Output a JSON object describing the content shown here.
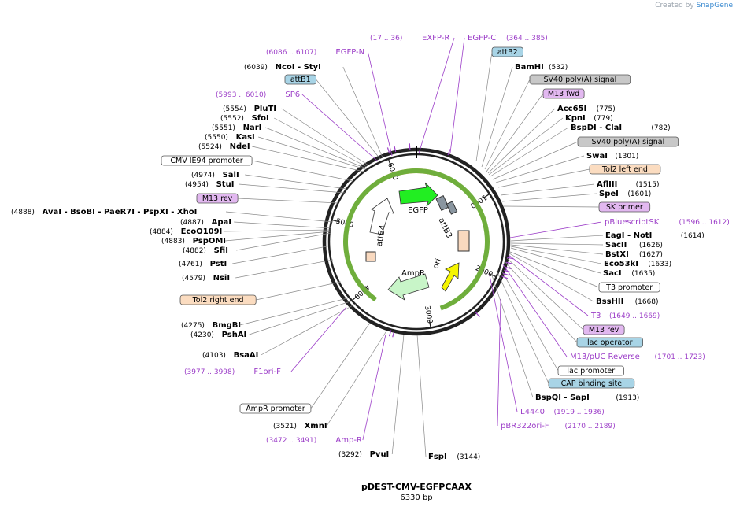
{
  "watermark": {
    "prefix": "Created by",
    "brand": "SnapGene"
  },
  "plasmid": {
    "name": "pDEST-CMV-EGFPCAAX",
    "size_label": "6330 bp"
  },
  "ruler": {
    "ticks": [
      "1000",
      "2000",
      "3000",
      "4000",
      "5000",
      "6000"
    ]
  },
  "inner_features": [
    "EGFP",
    "attB3",
    "ori",
    "AmpR",
    "attB4"
  ],
  "labels": [
    {
      "id": "exfp-r",
      "text": "EXFP-R",
      "range": "(17 .. 36)",
      "style": "primer",
      "side": "right"
    },
    {
      "id": "egfp-c",
      "text": "EGFP-C",
      "range": "(364 .. 385)",
      "style": "primer",
      "side": "left"
    },
    {
      "id": "egfp-n",
      "text": "EGFP-N",
      "range": "(6086 .. 6107)",
      "style": "primer",
      "side": "right"
    },
    {
      "id": "attb2",
      "text": "attB2",
      "style": "box",
      "fill": "#a8d4e6"
    },
    {
      "id": "ncoi",
      "text": "NcoI",
      "extra": "StyI",
      "pos": "(6039)",
      "style": "site",
      "side": "right"
    },
    {
      "id": "bamhi",
      "text": "BamHI",
      "pos": "(532)",
      "style": "site",
      "side": "left"
    },
    {
      "id": "attb1",
      "text": "attB1",
      "style": "box",
      "fill": "#a8d4e6"
    },
    {
      "id": "sv40-1",
      "text": "SV40 poly(A) signal",
      "style": "box",
      "fill": "#c8c8c8"
    },
    {
      "id": "sp6",
      "text": "SP6",
      "range": "(5993 .. 6010)",
      "style": "primer",
      "side": "right"
    },
    {
      "id": "m13fwd",
      "text": "M13 fwd",
      "style": "box",
      "fill": "#e2b8f0"
    },
    {
      "id": "plutI",
      "text": "PluTI",
      "pos": "(5554)",
      "style": "site",
      "side": "right"
    },
    {
      "id": "acc65i",
      "text": "Acc65I",
      "pos": "(775)",
      "style": "site",
      "side": "left"
    },
    {
      "id": "sfoi",
      "text": "SfoI",
      "pos": "(5552)",
      "style": "site",
      "side": "right"
    },
    {
      "id": "kpni",
      "text": "KpnI",
      "pos": "(779)",
      "style": "site",
      "side": "left"
    },
    {
      "id": "nari",
      "text": "NarI",
      "pos": "(5551)",
      "style": "site",
      "side": "right"
    },
    {
      "id": "bspdi",
      "text": "BspDI",
      "extra": "ClaI",
      "pos": "(782)",
      "style": "site",
      "side": "left"
    },
    {
      "id": "kasi",
      "text": "KasI",
      "pos": "(5550)",
      "style": "site",
      "side": "right"
    },
    {
      "id": "sv40-2",
      "text": "SV40 poly(A) signal",
      "style": "box",
      "fill": "#c8c8c8"
    },
    {
      "id": "ndei",
      "text": "NdeI",
      "pos": "(5524)",
      "style": "site",
      "side": "right"
    },
    {
      "id": "swai",
      "text": "SwaI",
      "pos": "(1301)",
      "style": "site",
      "side": "left"
    },
    {
      "id": "cmv",
      "text": "CMV IE94 promoter",
      "style": "box",
      "fill": "#ffffff"
    },
    {
      "id": "tol2l",
      "text": "Tol2 left end",
      "style": "box",
      "fill": "#fbdcc0"
    },
    {
      "id": "sali",
      "text": "SalI",
      "pos": "(4974)",
      "style": "site",
      "side": "right"
    },
    {
      "id": "afliii",
      "text": "AflIII",
      "pos": "(1515)",
      "style": "site",
      "side": "left"
    },
    {
      "id": "stui",
      "text": "StuI",
      "pos": "(4954)",
      "style": "site",
      "side": "right"
    },
    {
      "id": "spei",
      "text": "SpeI",
      "pos": "(1601)",
      "style": "site",
      "side": "left"
    },
    {
      "id": "m13rev1",
      "text": "M13 rev",
      "style": "box",
      "fill": "#e2b8f0"
    },
    {
      "id": "skprimer",
      "text": "SK primer",
      "style": "box",
      "fill": "#e2b8f0"
    },
    {
      "id": "avai",
      "text": "AvaI - BsoBI - PaeR7I - PspXI - XhoI",
      "pos": "(4888)",
      "style": "site",
      "side": "right"
    },
    {
      "id": "pbsk",
      "text": "pBluescriptSK",
      "range": "(1596 .. 1612)",
      "style": "primer",
      "side": "left"
    },
    {
      "id": "apai",
      "text": "ApaI",
      "pos": "(4887)",
      "style": "site",
      "side": "right"
    },
    {
      "id": "eagi",
      "text": "EagI",
      "extra": "NotI",
      "pos": "(1614)",
      "style": "site",
      "side": "left"
    },
    {
      "id": "eco0109i",
      "text": "EcoO109I",
      "pos": "(4884)",
      "style": "site",
      "side": "right"
    },
    {
      "id": "sacii",
      "text": "SacII",
      "pos": "(1626)",
      "style": "site",
      "side": "left"
    },
    {
      "id": "pspomi",
      "text": "PspOMI",
      "pos": "(4883)",
      "style": "site",
      "side": "right"
    },
    {
      "id": "bstxi",
      "text": "BstXI",
      "pos": "(1627)",
      "style": "site",
      "side": "left"
    },
    {
      "id": "sfii",
      "text": "SfiI",
      "pos": "(4882)",
      "style": "site",
      "side": "right"
    },
    {
      "id": "eco53ki",
      "text": "Eco53kI",
      "pos": "(1633)",
      "style": "site",
      "side": "left"
    },
    {
      "id": "psti",
      "text": "PstI",
      "pos": "(4761)",
      "style": "site",
      "side": "right"
    },
    {
      "id": "saci",
      "text": "SacI",
      "pos": "(1635)",
      "style": "site",
      "side": "left"
    },
    {
      "id": "t3prom",
      "text": "T3 promoter",
      "style": "box",
      "fill": "#ffffff"
    },
    {
      "id": "nsii",
      "text": "NsiI",
      "pos": "(4579)",
      "style": "site",
      "side": "right"
    },
    {
      "id": "tol2r",
      "text": "Tol2 right end",
      "style": "box",
      "fill": "#fbdcc0"
    },
    {
      "id": "bsshii",
      "text": "BssHII",
      "pos": "(1668)",
      "style": "site",
      "side": "left"
    },
    {
      "id": "t3",
      "text": "T3",
      "range": "(1649 .. 1669)",
      "style": "primer",
      "side": "left"
    },
    {
      "id": "bmgbi",
      "text": "BmgBI",
      "pos": "(4275)",
      "style": "site",
      "side": "right"
    },
    {
      "id": "m13rev2",
      "text": "M13 rev",
      "style": "box",
      "fill": "#e2b8f0"
    },
    {
      "id": "pshai",
      "text": "PshAI",
      "pos": "(4230)",
      "style": "site",
      "side": "right"
    },
    {
      "id": "lacop",
      "text": "lac operator",
      "style": "box",
      "fill": "#a8d4e6"
    },
    {
      "id": "bsaai",
      "text": "BsaAI",
      "pos": "(4103)",
      "style": "site",
      "side": "right"
    },
    {
      "id": "m13puc",
      "text": "M13/pUC Reverse",
      "range": "(1701 .. 1723)",
      "style": "primer",
      "side": "left"
    },
    {
      "id": "f1ori",
      "text": "F1ori-F",
      "range": "(3977 .. 3998)",
      "style": "primer",
      "side": "right"
    },
    {
      "id": "lacprom",
      "text": "lac promoter",
      "style": "box",
      "fill": "#ffffff"
    },
    {
      "id": "cap",
      "text": "CAP binding site",
      "style": "box",
      "fill": "#a8d4e6"
    },
    {
      "id": "bspqi",
      "text": "BspQI",
      "extra": "SapI",
      "pos": "(1913)",
      "style": "site",
      "side": "left"
    },
    {
      "id": "amppromoter",
      "text": "AmpR promoter",
      "style": "box",
      "fill": "#ffffff"
    },
    {
      "id": "l4440",
      "text": "L4440",
      "range": "(1919 .. 1936)",
      "style": "primer",
      "side": "left"
    },
    {
      "id": "xmni",
      "text": "XmnI",
      "pos": "(3521)",
      "style": "site",
      "side": "right"
    },
    {
      "id": "pbr322",
      "text": "pBR322ori-F",
      "range": "(2170 .. 2189)",
      "style": "primer",
      "side": "left"
    },
    {
      "id": "ampr",
      "text": "Amp-R",
      "range": "(3472 .. 3491)",
      "style": "primer",
      "side": "right"
    },
    {
      "id": "pvui",
      "text": "PvuI",
      "pos": "(3292)",
      "style": "site",
      "side": "right"
    },
    {
      "id": "fspi",
      "text": "FspI",
      "pos": "(3144)",
      "style": "site",
      "side": "left"
    }
  ]
}
